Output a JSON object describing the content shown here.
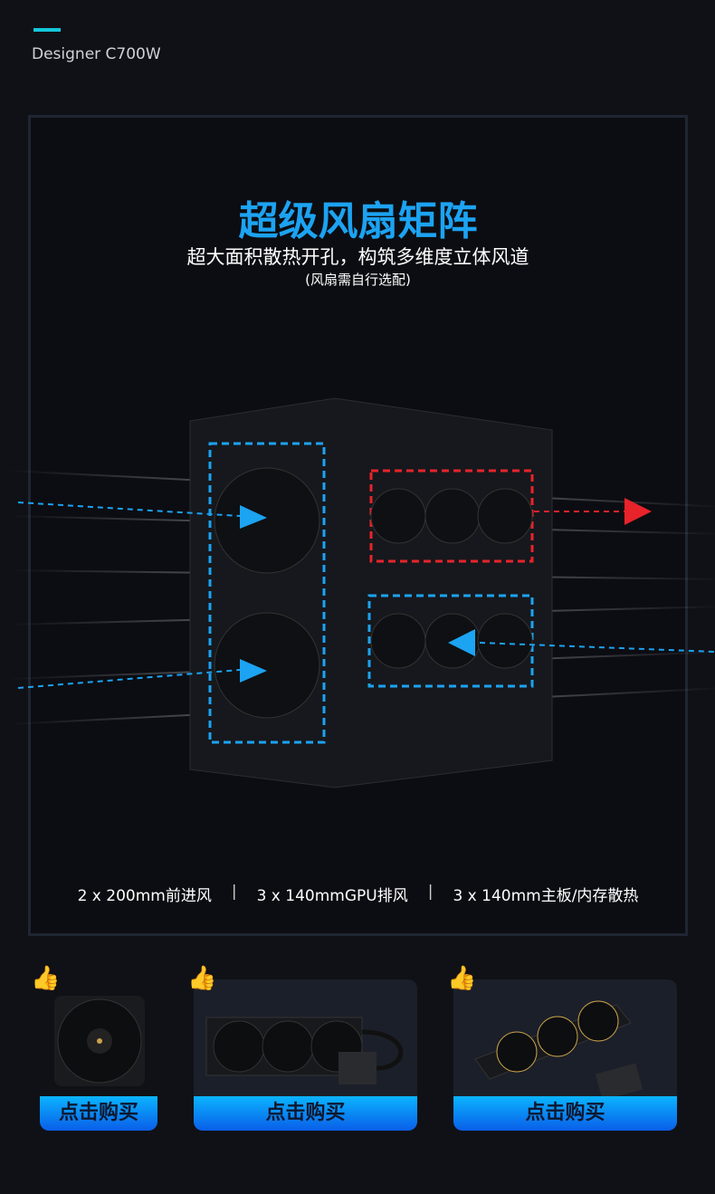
{
  "header": {
    "brand": "Designer C700W"
  },
  "hero": {
    "title": "超级风扇矩阵",
    "subtitle": "超大面积散热开孔，构筑多维度立体风道",
    "note": "(风扇需自行选配)"
  },
  "specs": [
    "2 x 200mm前进风",
    "3 x 140mmGPU排风",
    "3 x 140mm主板/内存散热"
  ],
  "separator": "|",
  "colors": {
    "accent": "#15c8dc",
    "title": "#1ca3f2",
    "intake": "#1ca3f2",
    "exhaust": "#e8232a"
  },
  "products": [
    {
      "cta": "点击购买"
    },
    {
      "cta": "点击购买"
    },
    {
      "cta": "点击购买"
    }
  ]
}
